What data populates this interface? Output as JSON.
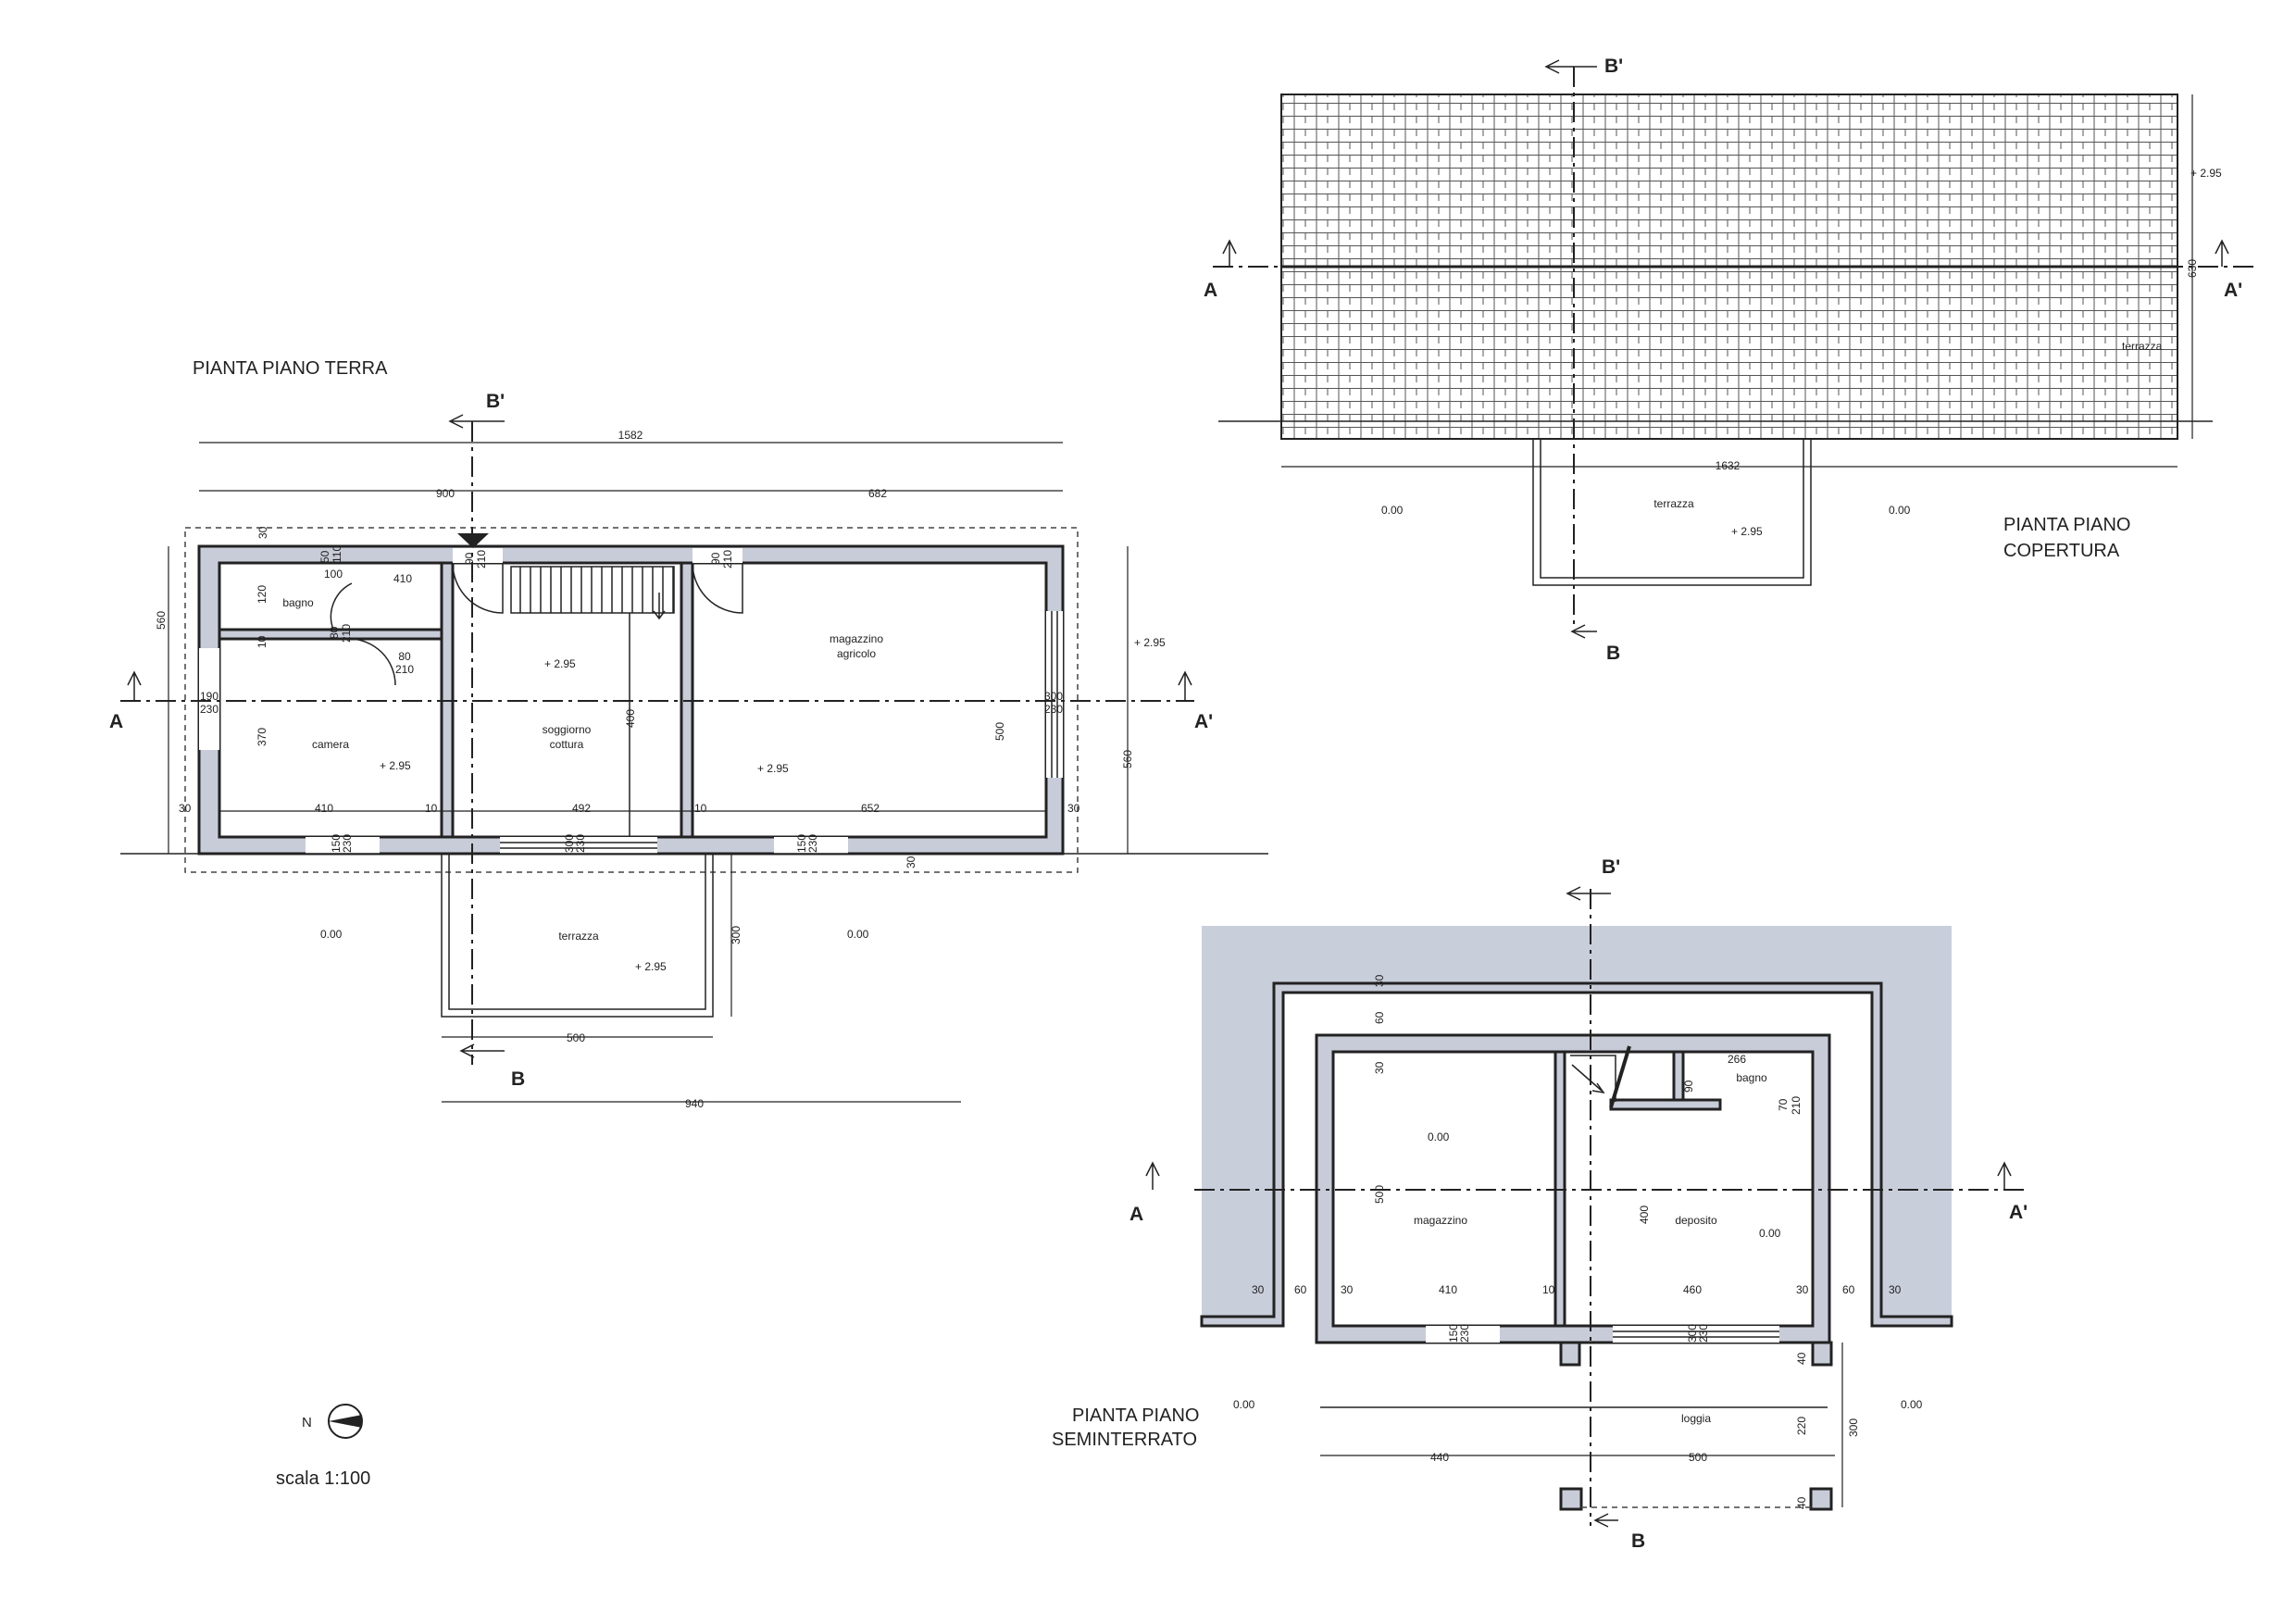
{
  "titles": {
    "ground": "PIANTA PIANO TERRA",
    "roof_1": "PIANTA PIANO",
    "roof_2": "COPERTURA",
    "base_1": "PIANTA PIANO",
    "base_2": "SEMINTERRATO",
    "scale": "scala 1:100",
    "north": "N"
  },
  "sections": {
    "a": "A",
    "a_prime": "A'",
    "b": "B",
    "b_prime": "B'"
  },
  "ground": {
    "rooms": {
      "bagno": "bagno",
      "camera": "camera",
      "soggiorno_1": "soggiorno",
      "soggiorno_2": "cottura",
      "magazzino_1": "magazzino",
      "magazzino_2": "agricolo",
      "terrazza": "terrazza"
    },
    "levels": {
      "soggiorno": "+ 2.95",
      "camera": "+ 2.95",
      "magazzino": "+ 2.95",
      "terrazza": "+ 2.95",
      "right": "+ 2.95",
      "outside_left": "0.00",
      "outside_right": "0.00"
    },
    "dims": {
      "total_width": "1582",
      "left_width": "900",
      "right_width": "682",
      "depth_left": "560",
      "depth_right": "560",
      "bagno_w": "410",
      "bagno_sub": "100",
      "bagno_h": "120",
      "camera_h": "370",
      "camera_w": "410",
      "soggiorno_w": "492",
      "soggiorno_h": "400",
      "magazzino_w": "652",
      "magazzino_h": "500",
      "wall_30a": "30",
      "wall_30b": "30",
      "wall_30c": "30",
      "wall_30d": "30",
      "wall_10a": "10",
      "wall_10b": "10",
      "wall_10c": "10",
      "door_80_a": "80",
      "door_210_a": "210",
      "door_80_b": "80",
      "door_210_b": "210",
      "door_90_a": "90",
      "door_210_c": "210",
      "door_90_b": "90",
      "door_210_d": "210",
      "win_50": "50",
      "win_110": "110",
      "win_190": "190",
      "win_230_a": "230",
      "win_300": "300",
      "win_230_b": "230",
      "win_150_a": "150",
      "win_230_c": "230",
      "win_300_b": "300",
      "win_230_d": "230",
      "win_150_b": "150",
      "win_230_e": "230",
      "terrace_depth": "300",
      "terrace_w": "500",
      "overall_940": "940"
    }
  },
  "roof": {
    "terrazza": "terrazza",
    "terrazza_note": "terrazza",
    "levels": {
      "center": "+ 2.95",
      "right": "+ 2.95",
      "left": "0.00",
      "right_out": "0.00"
    },
    "dims": {
      "width": "1632",
      "depth": "630"
    }
  },
  "base": {
    "rooms": {
      "magazzino": "magazzino",
      "deposito": "deposito",
      "bagno": "bagno",
      "loggia": "loggia"
    },
    "levels": {
      "magazzino": "0.00",
      "deposito": "0.00",
      "left": "0.00",
      "right": "0.00"
    },
    "dims": {
      "top_30": "30",
      "top_60": "60",
      "in_30": "30",
      "height_500": "500",
      "stair_400": "400",
      "bagno_266": "266",
      "bagno_90": "90",
      "door_70": "70",
      "door_210": "210",
      "w_30a": "30",
      "w_60a": "60",
      "w_30b": "30",
      "w_410": "410",
      "w_10": "10",
      "w_460": "460",
      "w_30c": "30",
      "w_60b": "60",
      "w_30d": "30",
      "win_150": "150",
      "win_230": "230",
      "win_300": "300",
      "win_230b": "230",
      "p_40a": "40",
      "p_220": "220",
      "p_40b": "40",
      "p_300": "300",
      "b_440": "440",
      "b_500": "500"
    }
  }
}
